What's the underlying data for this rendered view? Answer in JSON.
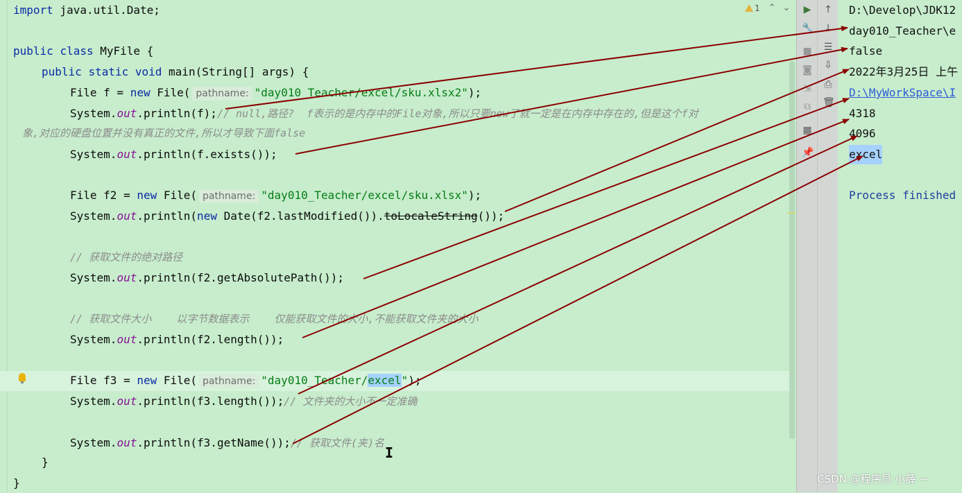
{
  "editor": {
    "line_import": "import java.util.Date;",
    "line_class": "public class MyFile {",
    "line_main": "public static void main(String[] args) {",
    "hint_pathname": "pathname:",
    "kw_new": "new",
    "kw_import": "import",
    "kw_public": "public",
    "kw_class": "class",
    "kw_static": "static",
    "kw_void": "void",
    "t_import_rest": " java.util.Date;",
    "t_class_rest": " MyFile {",
    "t_main_rest": " main(String[] args) {",
    "t_file_f": "File f = ",
    "t_file_ctor": " File(",
    "str_f": "\"day010_Teacher/excel/sku.xlsx2\"",
    "t_close_paren": ");",
    "t_sys": "System.",
    "t_out": "out",
    "t_println_f": ".println(f);",
    "cmt_f": "// null,路径?  f表示的是内存中的File对象,所以只要new了就一定是在内存中存在的,但是这个f对",
    "cmt_f_wrap": "象,对应的硬盘位置并没有真正的文件,所以才导致下面false",
    "t_println_exists": ".println(f.exists());",
    "t_file_f2": "File f2 = ",
    "str_f2": "\"day010_Teacher/excel/sku.xlsx\"",
    "t_println_new": ".println(",
    "t_date": " Date(f2.lastModified()).",
    "t_tolocale": "toLocaleString",
    "t_date_end": "());",
    "cmt_abs": "// 获取文件的绝对路径",
    "t_println_abs": ".println(f2.getAbsolutePath());",
    "cmt_len": "// 获取文件大小    以字节数据表示    仅能获取文件的大小,不能获取文件夹的大小",
    "t_println_len": ".println(f2.length());",
    "t_file_f3": "File f3 = ",
    "str_f3_a": "\"day010_Teacher/",
    "str_f3_sel": "excel",
    "str_f3_b": "\"",
    "t_println_f3len": ".println(f3.length());",
    "cmt_f3len": "// 文件夹的大小不一定准确",
    "t_println_f3name": ".println(f3.getName());",
    "cmt_f3name": "// 获取文件(夹)名",
    "brace_method": "}",
    "brace_class": "}",
    "warning_count": "1"
  },
  "console": {
    "lines": [
      "D:\\Develop\\JDK12",
      "day010_Teacher\\e",
      "false",
      "2022年3月25日 上午",
      "D:\\MyWorkSpace\\I",
      "4318",
      "4096",
      "excel",
      "Process finished"
    ]
  },
  "watermark": "CSDN @程序员 小薛 ~",
  "colors": {
    "background": "#c7edcc",
    "keyword": "#0a2aa5",
    "string": "#067d17",
    "field": "#871094",
    "comment": "#8c8c8c",
    "arrow": "#8b0000"
  },
  "icons": [
    "run-icon",
    "wrench-icon",
    "stop-icon",
    "camera-icon",
    "arrow-up-icon",
    "arrow-down-icon",
    "soft-wrap-icon",
    "scroll-end-icon",
    "print-icon",
    "trash-icon",
    "pin-icon",
    "layout-icon",
    "lightbulb-icon",
    "warning-icon"
  ]
}
